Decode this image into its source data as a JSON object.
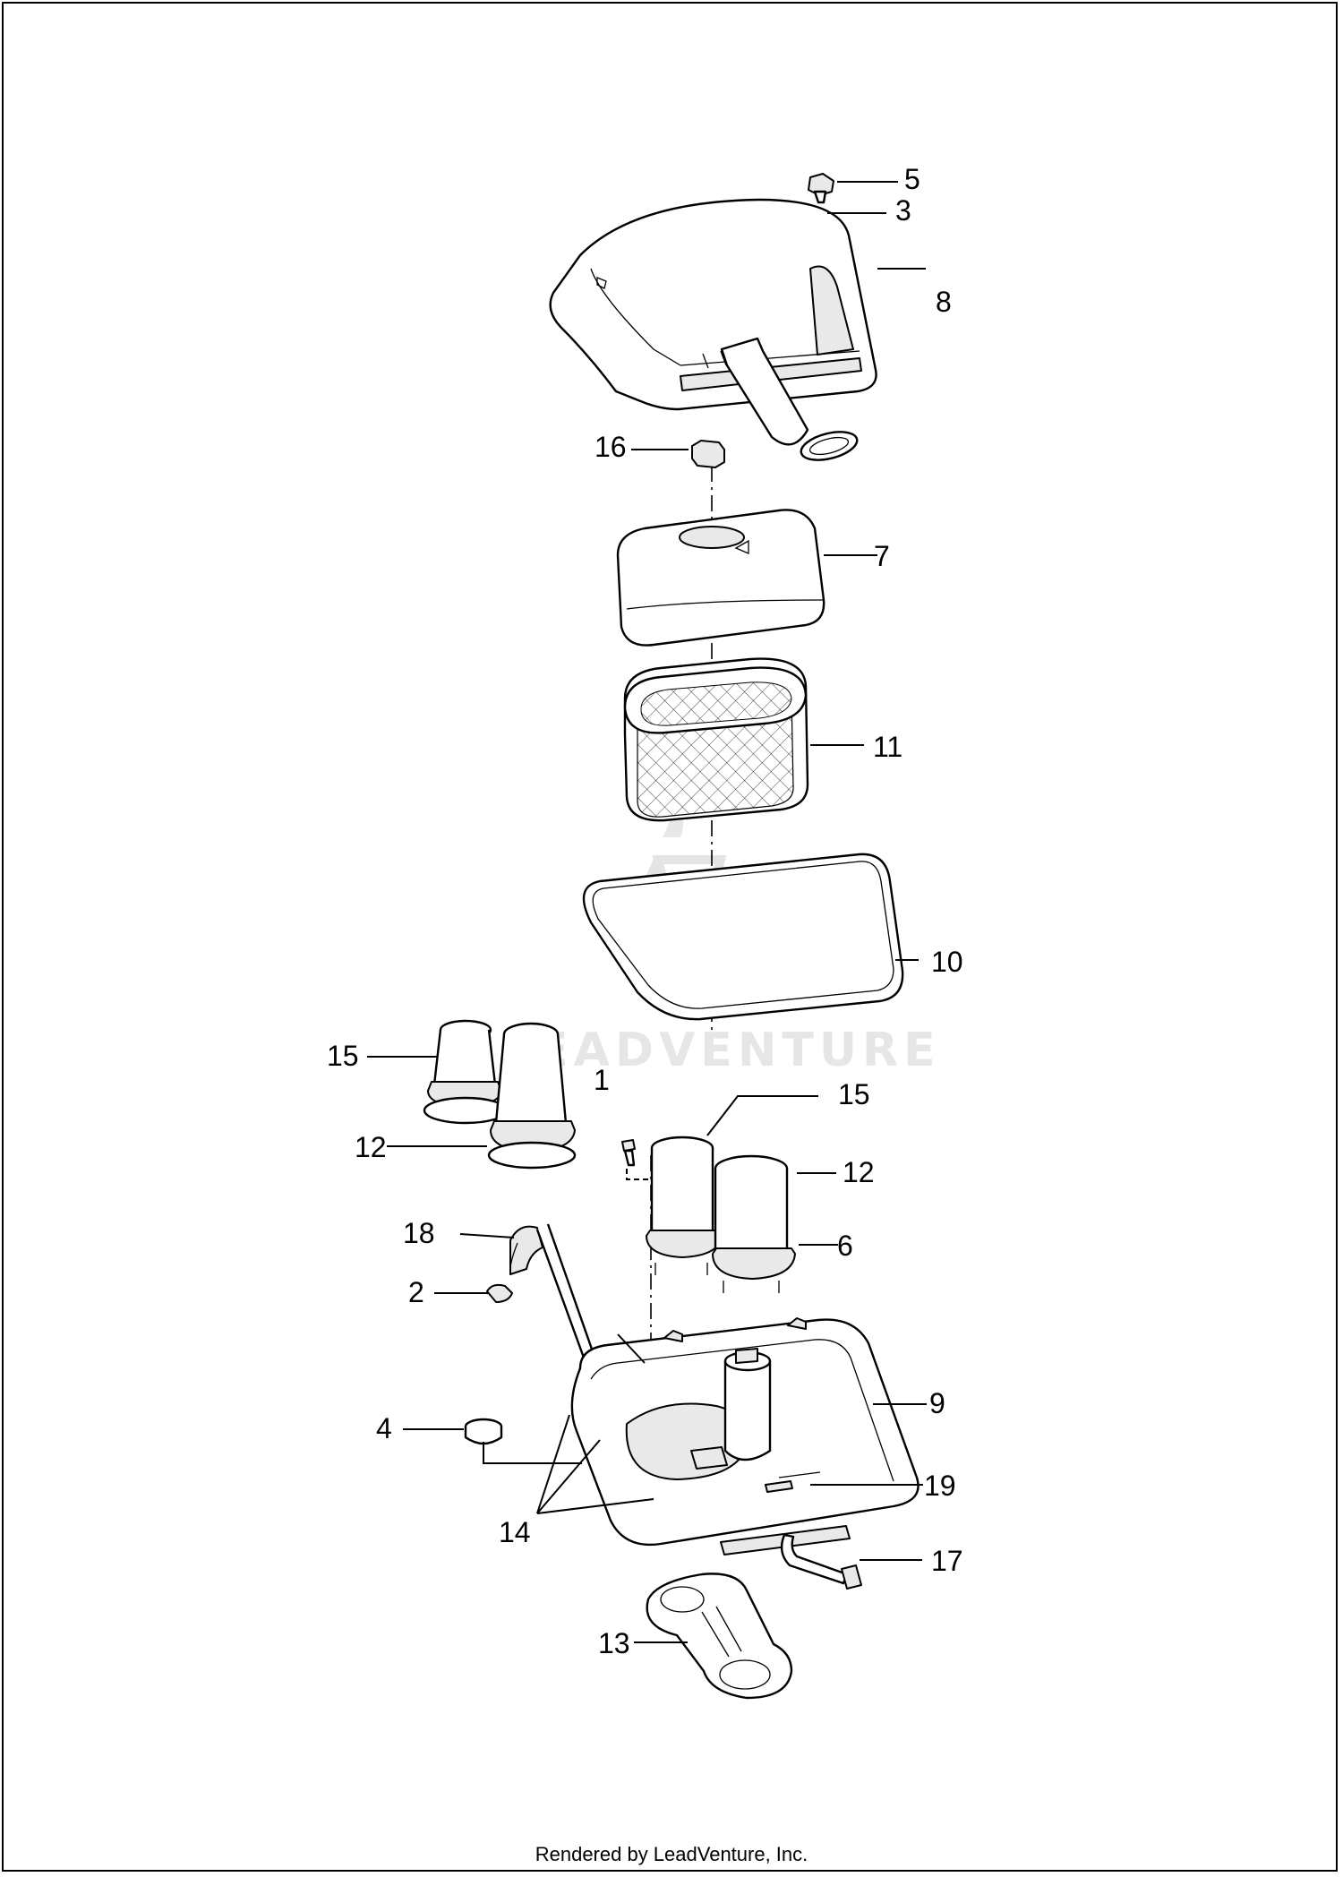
{
  "watermark": {
    "text": "LEADVENTURE"
  },
  "footer": {
    "credit": "Rendered by LeadVenture, Inc."
  },
  "callouts": {
    "c5": "5",
    "c3": "3",
    "c8": "8",
    "c16": "16",
    "c7": "7",
    "c11": "11",
    "c10": "10",
    "c15a": "15",
    "c12a": "12",
    "c1": "1",
    "c15b": "15",
    "c12b": "12",
    "c18": "18",
    "c6": "6",
    "c2": "2",
    "c9": "9",
    "c4": "4",
    "c19": "19",
    "c14": "14",
    "c17": "17",
    "c13": "13"
  },
  "colors": {
    "line": "#000000",
    "watermark": "#e6e6e6",
    "background": "#ffffff"
  }
}
